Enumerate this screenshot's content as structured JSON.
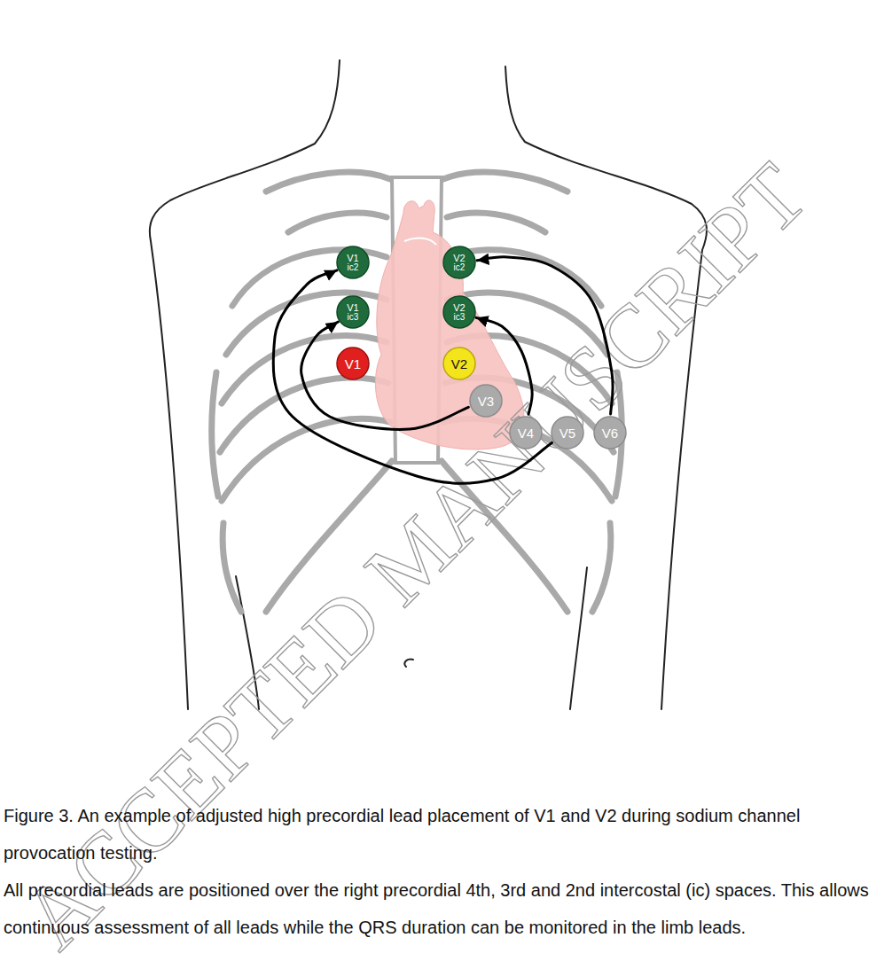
{
  "diagram": {
    "caption": "Figure 3. An example of adjusted high precordial lead placement of V1 and V2 during sodium channel provocation testing.",
    "nodes": [
      {
        "text": [
          "V1",
          "ic2"
        ]
      },
      {
        "text": [
          "V2",
          "ic2"
        ]
      },
      {
        "text": [
          "V1",
          "ic3"
        ]
      },
      {
        "text": [
          "V2",
          "ic3"
        ]
      },
      {
        "text": [
          "V1"
        ]
      },
      {
        "text": [
          "V2"
        ]
      },
      {
        "text": [
          "V3"
        ]
      },
      {
        "text": [
          "V4"
        ]
      },
      {
        "text": [
          "V5"
        ]
      },
      {
        "text": [
          "V6"
        ]
      }
    ],
    "edges": [
      {
        "from": 6,
        "to": 2,
        "arrow": "to"
      },
      {
        "from": 8,
        "to": 0,
        "arrow": "to"
      },
      {
        "from": 7,
        "to": 3,
        "arrow": "to"
      },
      {
        "from": 9,
        "to": 1,
        "arrow": "to"
      }
    ],
    "labels": [
      "ACCEPTED MANUSCRIPT",
      "All precordial leads are positioned over the right precordial 4th, 3rd and 2nd intercostal (ic) spaces. This allows continuous assessment of all leads while the QRS duration can be monitored in the limb leads."
    ]
  }
}
